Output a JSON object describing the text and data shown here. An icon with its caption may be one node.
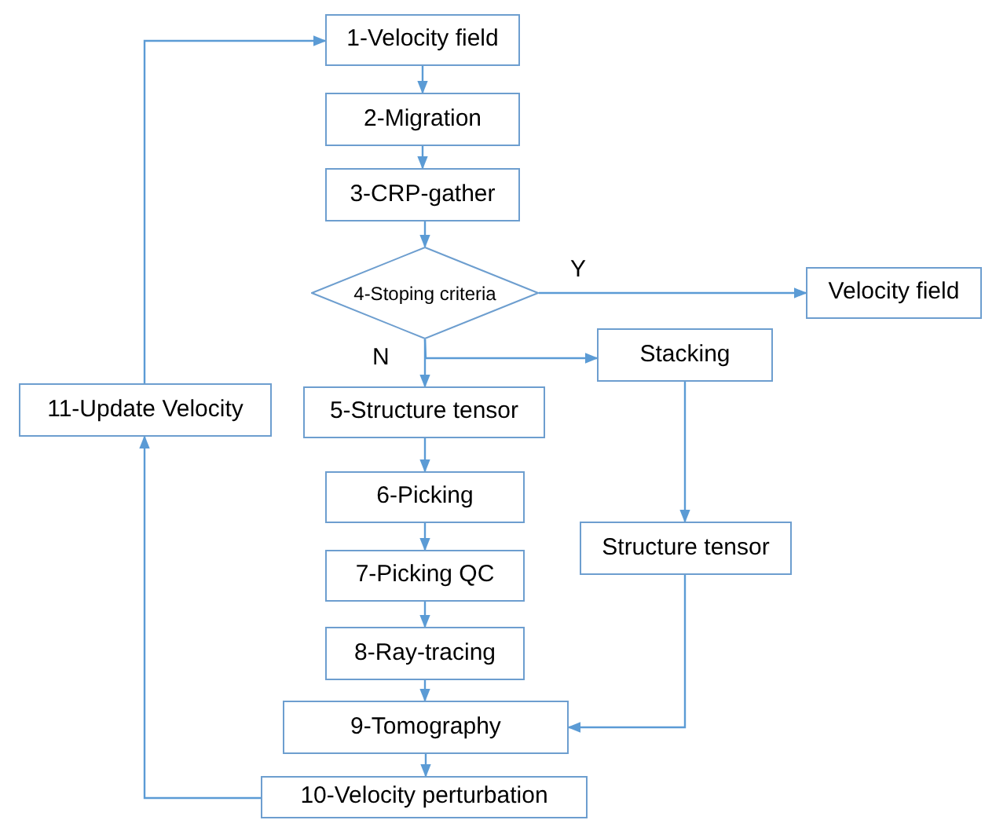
{
  "diagram": {
    "nodes": [
      {
        "text": [
          "1-Velocity field"
        ]
      },
      {
        "text": [
          "2-Migration"
        ]
      },
      {
        "text": [
          "3-CRP-gather"
        ]
      },
      {
        "text": [
          "4-Stoping criteria"
        ]
      },
      {
        "text": [
          "Velocity field"
        ]
      },
      {
        "text": [
          "Stacking"
        ]
      },
      {
        "text": [
          "11-Update Velocity"
        ]
      },
      {
        "text": [
          "5-Structure tensor"
        ]
      },
      {
        "text": [
          "6-Picking"
        ]
      },
      {
        "text": [
          "7-Picking QC"
        ]
      },
      {
        "text": [
          "Structure tensor"
        ]
      },
      {
        "text": [
          "8-Ray-tracing"
        ]
      },
      {
        "text": [
          "9-Tomography"
        ]
      },
      {
        "text": [
          "10-Velocity perturbation"
        ]
      }
    ],
    "edges": [
      {
        "from": 0,
        "to": 1,
        "arrow": "to"
      },
      {
        "from": 1,
        "to": 2,
        "arrow": "to"
      },
      {
        "from": 2,
        "to": 3,
        "arrow": "to"
      },
      {
        "from": 3,
        "to": 4,
        "arrow": "to",
        "label": "Y"
      },
      {
        "from": 3,
        "to": 7,
        "arrow": "to",
        "label": "N"
      },
      {
        "from": 3,
        "to": 5,
        "arrow": "to"
      },
      {
        "from": 5,
        "to": 10,
        "arrow": "to"
      },
      {
        "from": 10,
        "to": 12,
        "arrow": "to"
      },
      {
        "from": 7,
        "to": 8,
        "arrow": "to"
      },
      {
        "from": 8,
        "to": 9,
        "arrow": "to"
      },
      {
        "from": 9,
        "to": 11,
        "arrow": "to"
      },
      {
        "from": 11,
        "to": 12,
        "arrow": "to"
      },
      {
        "from": 12,
        "to": 13,
        "arrow": "to"
      },
      {
        "from": 13,
        "to": 6,
        "arrow": "to"
      },
      {
        "from": 6,
        "to": 0,
        "arrow": "to"
      }
    ]
  }
}
